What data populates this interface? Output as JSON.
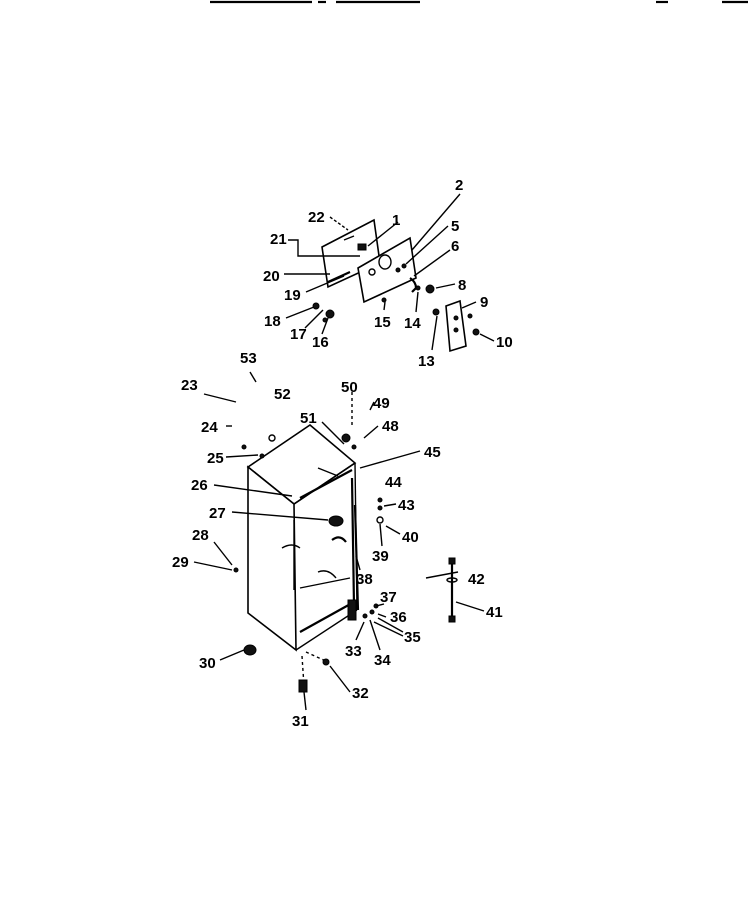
{
  "labels": {
    "l1": "1",
    "l2": "2",
    "l5": "5",
    "l6": "6",
    "l8": "8",
    "l9": "9",
    "l10": "10",
    "l13": "13",
    "l14": "14",
    "l15": "15",
    "l16": "16",
    "l17": "17",
    "l18": "18",
    "l19": "19",
    "l20": "20",
    "l21": "21",
    "l22": "22",
    "l23": "23",
    "l24": "24",
    "l25": "25",
    "l26": "26",
    "l27": "27",
    "l28": "28",
    "l29": "29",
    "l30": "30",
    "l31": "31",
    "l32": "32",
    "l33": "33",
    "l34": "34",
    "l35": "35",
    "l36": "36",
    "l37": "37",
    "l38": "38",
    "l39": "39",
    "l40": "40",
    "l41": "41",
    "l42": "42",
    "l43": "43",
    "l44": "44",
    "l45": "45",
    "l48": "48",
    "l49": "49",
    "l50": "50",
    "l51": "51",
    "l52": "52",
    "l53": "53"
  }
}
